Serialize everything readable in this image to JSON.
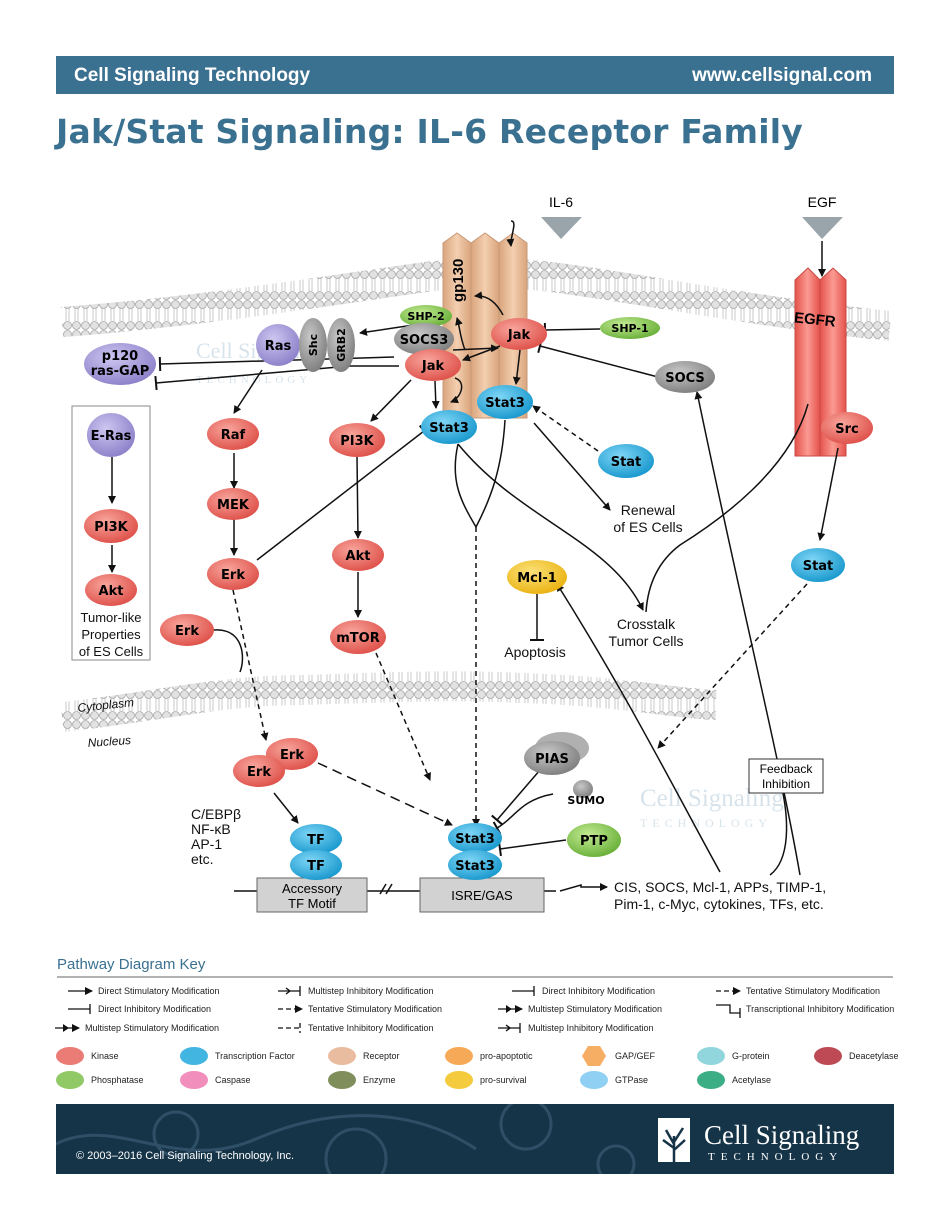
{
  "header": {
    "company": "Cell Signaling Technology",
    "url": "www.cellsignal.com",
    "title": "Jak/Stat Signaling: IL-6 Receptor Family"
  },
  "colors": {
    "header_bg": "#3a7090",
    "kinase": "#e8645d",
    "transcription_factor": "#22a8dc",
    "receptor": "#e8b890",
    "phosphatase": "#7cc04a",
    "gtpase": "#9a8fd0",
    "grey_protein": "#8a8a8a",
    "pro_survival": "#f2c21a",
    "egfr": "#ee6a62"
  },
  "diagram": {
    "ligands": [
      "IL-6",
      "EGF"
    ],
    "receptors": [
      "gp130",
      "EGFR"
    ],
    "nodes": {
      "shp2": "SHP-2",
      "socs3": "SOCS3",
      "jak_left": "Jak",
      "jak_right": "Jak",
      "shp1": "SHP-1",
      "socs": "SOCS",
      "ras": "Ras",
      "shc": "Shc",
      "grb2": "GRB2",
      "p120_line1": "p120",
      "p120_line2": "ras-GAP",
      "stat3_a": "Stat3",
      "stat3_b": "Stat3",
      "stat": "Stat",
      "src": "Src",
      "stat_right": "Stat",
      "eras": "E-Ras",
      "pi3k_box": "PI3K",
      "akt_box": "Akt",
      "raf": "Raf",
      "mek": "MEK",
      "erk": "Erk",
      "erk_extra": "Erk",
      "pi3k": "PI3K",
      "akt": "Akt",
      "mtor": "mTOR",
      "mcl1": "Mcl-1",
      "erk_nuc1": "Erk",
      "erk_nuc2": "Erk",
      "tf1": "TF",
      "tf2": "TF",
      "pias": "PIAS",
      "sumo": "SUMO",
      "ptp": "PTP",
      "stat3_nuc1": "Stat3",
      "stat3_nuc2": "Stat3"
    },
    "labels": {
      "tumor_line1": "Tumor-like",
      "tumor_line2": "Properties",
      "tumor_line3": "of ES Cells",
      "renewal_line1": "Renewal",
      "renewal_line2": "of ES Cells",
      "apoptosis": "Apoptosis",
      "crosstalk_line1": "Crosstalk",
      "crosstalk_line2": "Tumor Cells",
      "cytoplasm": "Cytoplasm",
      "nucleus": "Nucleus",
      "feedback_line1": "Feedback",
      "feedback_line2": "Inhibition",
      "cebp_1": "C/EBPβ",
      "cebp_2": "NF-κB",
      "cebp_3": "AP-1",
      "cebp_4": "etc.",
      "accessory_line1": "Accessory",
      "accessory_line2": "TF Motif",
      "isre": "ISRE/GAS",
      "targets_line1": "CIS, SOCS, Mcl-1, APPs, TIMP-1,",
      "targets_line2": "Pim-1, c-Myc, cytokines, TFs, etc."
    }
  },
  "key": {
    "title": "Pathway Diagram Key",
    "modifications": [
      "Direct Stimulatory Modification",
      "Multistep Inhibitory Modification",
      "Direct Inhibitory Modification",
      "Tentative Stimulatory Modification",
      "Direct Inhibitory Modification",
      "Tentative Stimulatory Modification",
      "Multistep Stimulatory Modification",
      "Transcriptional Inhibitory Modification",
      "Multistep Stimulatory Modification",
      "Tentative Inhibitory Modification",
      "Multistep Inhibitory Modification"
    ],
    "molecules": [
      {
        "label": "Kinase",
        "color": "#e8645d"
      },
      {
        "label": "Transcription Factor",
        "color": "#22a8dc"
      },
      {
        "label": "Receptor",
        "color": "#e6b08e"
      },
      {
        "label": "pro-apoptotic",
        "color": "#f59a3a"
      },
      {
        "label": "GAP/GEF",
        "color": "#f5a04a"
      },
      {
        "label": "G-protein",
        "color": "#7ccfd6"
      },
      {
        "label": "Deacetylase",
        "color": "#b22a36"
      },
      {
        "label": "Phosphatase",
        "color": "#7cc04a"
      },
      {
        "label": "Caspase",
        "color": "#f07ab0"
      },
      {
        "label": "Enzyme",
        "color": "#6a7a40"
      },
      {
        "label": "pro-survival",
        "color": "#f2c21a"
      },
      {
        "label": "GTPase",
        "color": "#7cc8f0"
      },
      {
        "label": "Acetylase",
        "color": "#1aa070"
      }
    ]
  },
  "footer": {
    "copyright": "© 2003–2016 Cell Signaling Technology, Inc.",
    "logo": "Cell Signaling",
    "logo_sub": "TECHNOLOGY"
  }
}
